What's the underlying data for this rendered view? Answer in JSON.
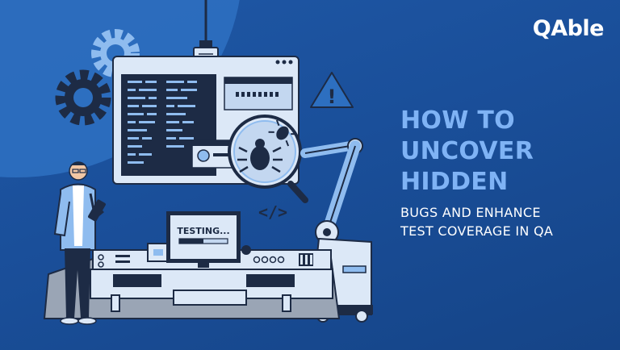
{
  "brand": {
    "logo_text": "QAble"
  },
  "headline": {
    "lines": [
      "HOW TO",
      "UNCOVER",
      "HIDDEN"
    ]
  },
  "subheadline": {
    "lines": [
      "BUGS AND ENHANCE",
      "TEST COVERAGE IN QA"
    ]
  },
  "illustration": {
    "monitor_screen_text": "TESTING...",
    "code_symbol": "</>",
    "warning_symbol": "!",
    "icons": [
      "gear-icon",
      "warning-icon",
      "bug-icon",
      "magnifier-icon",
      "robot-arm-icon"
    ]
  },
  "colors": {
    "background": "#1a4f9a",
    "accent_light_blue": "#7fb3f5",
    "text_white": "#ffffff",
    "dark_navy": "#1d2b45"
  }
}
